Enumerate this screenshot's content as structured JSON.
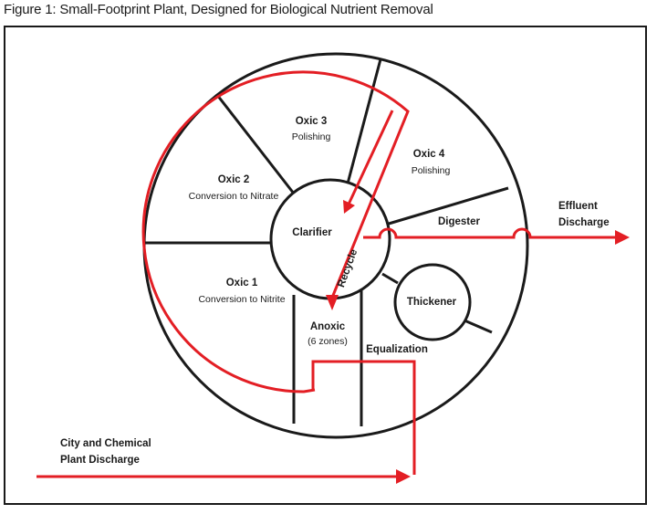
{
  "figure": {
    "title": "Figure 1: Small-Footprint Plant, Designed for Biological Nutrient Removal"
  },
  "zones": {
    "oxic3": {
      "name": "Oxic 3",
      "desc": "Polishing"
    },
    "oxic4": {
      "name": "Oxic 4",
      "desc": "Polishing"
    },
    "oxic2": {
      "name": "Oxic 2",
      "desc": "Conversion to Nitrate"
    },
    "oxic1": {
      "name": "Oxic 1",
      "desc": "Conversion to Nitrite"
    },
    "clarifier": "Clarifier",
    "digester": "Digester",
    "thickener": "Thickener",
    "anoxic": {
      "name": "Anoxic",
      "desc": "(6 zones)"
    },
    "equalization": "Equalization"
  },
  "flows": {
    "recycle": "Recycle",
    "effluent": [
      "Effluent",
      "Discharge"
    ],
    "influent": [
      "City and Chemical",
      "Plant Discharge"
    ]
  },
  "colors": {
    "flow": "#e31e24",
    "structure": "#1a1a1a"
  }
}
